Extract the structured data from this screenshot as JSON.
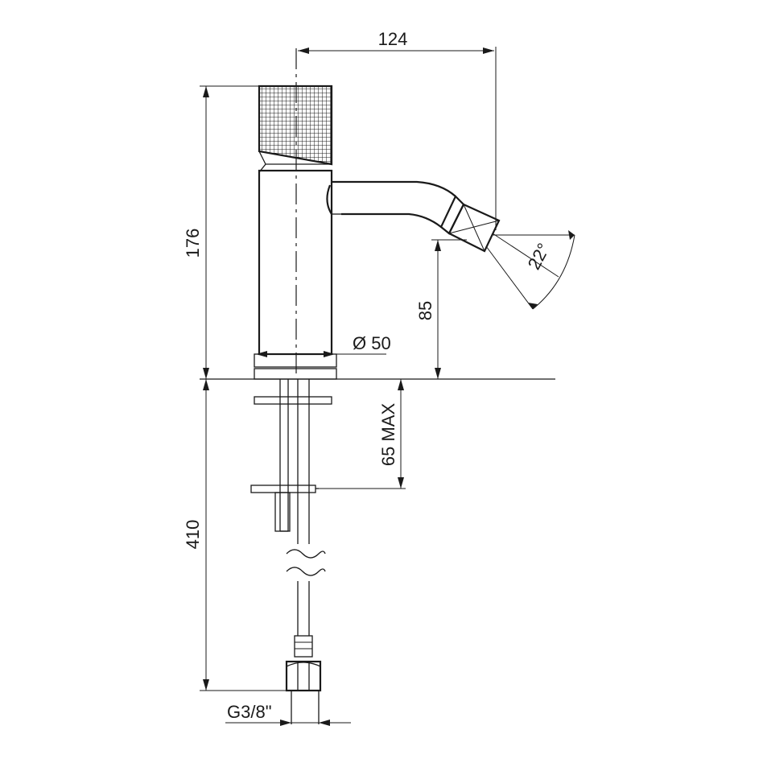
{
  "dimensions": {
    "spout_reach": "124",
    "overall_height": "176",
    "spout_height": "85",
    "base_diameter": "Ø 50",
    "max_deck_thickness": "65 MAX",
    "hose_length": "410",
    "connection_thread": "G3/8\"",
    "spray_angle": "22°"
  },
  "colors": {
    "line": "#1a1a1a",
    "background": "#ffffff"
  }
}
